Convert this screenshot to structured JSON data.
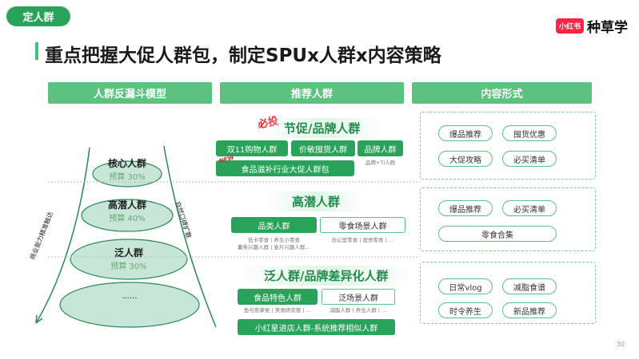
{
  "tag": "定人群",
  "logo": {
    "badge": "小红书",
    "text": "种草学"
  },
  "title": "重点把握大促人群包，制定SPUx人群x内容策略",
  "columns": [
    "人群反漏斗模型",
    "推荐人群",
    "内容形式"
  ],
  "funnel": {
    "left_label": "商业能力精准触达",
    "right_label": "自然口碑扩散",
    "levels": [
      {
        "name": "核心人群",
        "budget": "预算 30%"
      },
      {
        "name": "高潜人群",
        "budget": "预算 40%"
      },
      {
        "name": "泛人群",
        "budget": "预算 30%"
      },
      {
        "name": "......"
      }
    ]
  },
  "sections": [
    {
      "badge": "必投",
      "title": "节促/品牌人群",
      "new_badge": "NEW",
      "items": [
        "双11购物人群",
        "价敏囤货人群",
        "品牌人群",
        "食品滋补行业大促人群包"
      ],
      "notes": [
        "品牌+TI人群"
      ]
    },
    {
      "title": "高潜人群",
      "items": [
        "品类人群",
        "零食场景人群"
      ],
      "notes": [
        "低卡零食 | 养生小零食",
        "薯条兴趣人群 | 麦片兴趣人群…",
        "办公室零食 | 宿舍零食 | …"
      ]
    },
    {
      "title": "泛人群/品牌差异化人群",
      "items": [
        "食品特色人群",
        "泛场景人群",
        "小红星进店人群-系统推荐相似人群"
      ],
      "notes": [
        "鱼与熊掌党 | 美食研究僧 | …",
        "减脂人群 | 养生人群 | …"
      ]
    }
  ],
  "content": [
    [
      "爆品推荐",
      "囤货优惠",
      "大促攻略",
      "必买清单"
    ],
    [
      "爆品推荐",
      "必买清单",
      "零食合集"
    ],
    [
      "日常vlog",
      "减脂食谱",
      "时令养生",
      "新品推荐"
    ]
  ],
  "page": "30"
}
